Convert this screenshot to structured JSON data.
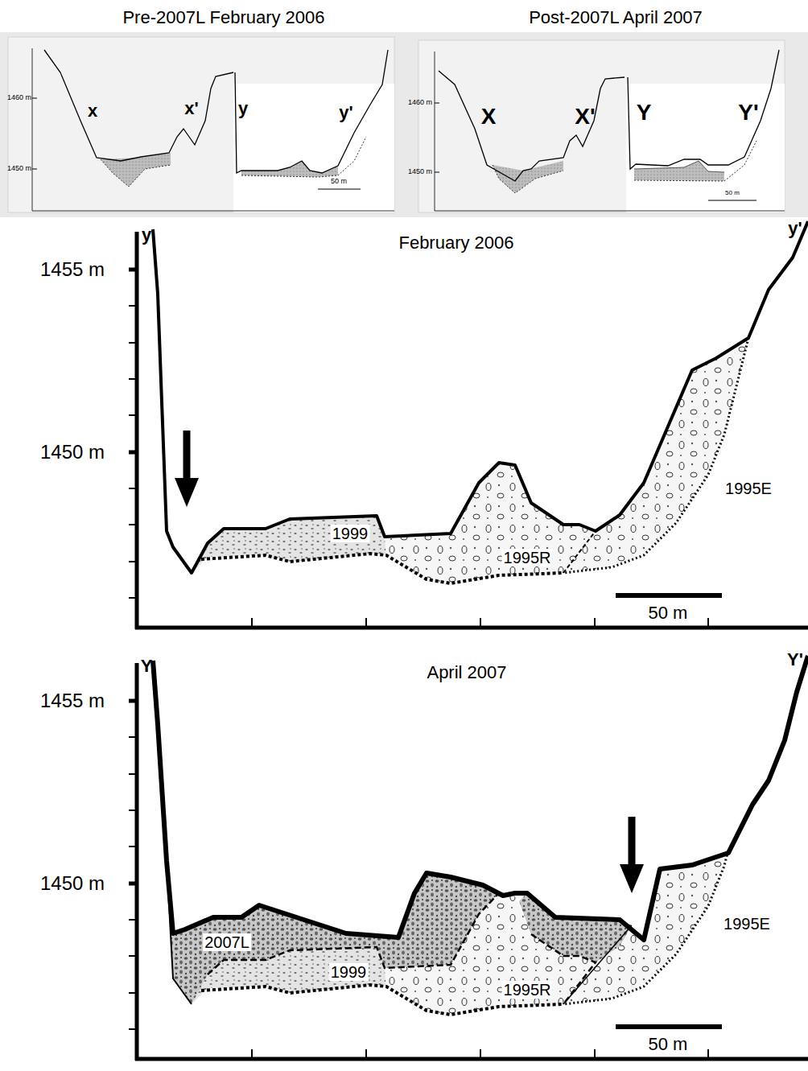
{
  "diagram": {
    "labels": [
      "Pre-2007L February 2006",
      "Post-2007L April 2007",
      "1460 m",
      "1450 m",
      "x",
      "x'",
      "y",
      "y'",
      "50 m",
      "1460 m",
      "1450 m",
      "X",
      "X'",
      "Y",
      "Y'",
      "50 m",
      "y",
      "y'",
      "February 2006",
      "1455 m",
      "1450 m",
      "1999",
      "1995R",
      "1995E",
      "50 m",
      "Y",
      "Y'",
      "April 2007",
      "1455 m",
      "1450 m",
      "2007L",
      "1999",
      "1995R",
      "1995E",
      "50 m"
    ]
  }
}
